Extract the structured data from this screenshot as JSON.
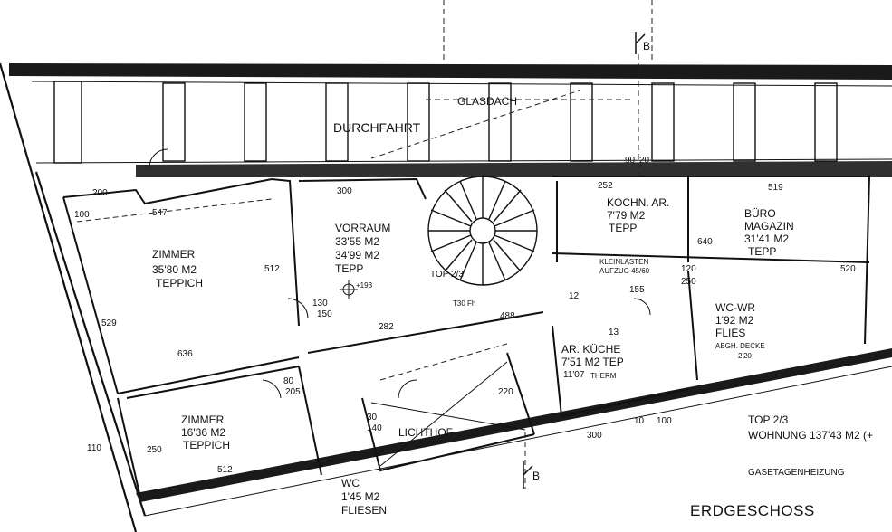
{
  "rooms": {
    "durchfahrt": {
      "name": "DURCHFAHRT"
    },
    "glasdach": {
      "name": "GLASDACH"
    },
    "zimmer1": {
      "name": "ZIMMER",
      "area": "35'80 M2",
      "floor": "TEPPICH"
    },
    "vorraum": {
      "name": "VORRAUM",
      "area1": "33'55 M2",
      "area2": "34'99 M2",
      "floor": "TEPP"
    },
    "kochn": {
      "name": "KOCHN. AR.",
      "area": "7'79 M2",
      "floor": "TEPP"
    },
    "buero": {
      "name1": "BÜRO",
      "name2": "MAGAZIN",
      "area": "31'41 M2",
      "floor": "TEPP"
    },
    "wcwr": {
      "name": "WC-WR",
      "area": "1'92 M2",
      "floor": "FLIES",
      "note": "ABGH. DECKE",
      "note2": "2'20"
    },
    "arkueche": {
      "name": "AR. KÜCHE",
      "area": "7'51 M2 TEP",
      "extra": "11'07",
      "therm": "THERM"
    },
    "zimmer2": {
      "name": "ZIMMER",
      "area": "16'36 M2",
      "floor": "TEPPICH"
    },
    "wc": {
      "name": "WC",
      "area": "1'45 M2",
      "floor": "FLIESEN"
    },
    "lichthof": {
      "name": "LICHTHOF"
    },
    "top": {
      "name": "TOP 2/3"
    },
    "kleinlasten": {
      "line1": "KLEINLASTEN",
      "line2": "AUFZUG 45/60"
    }
  },
  "summary": {
    "top": "TOP 2/3",
    "wohnung": "WOHNUNG 137'43 M2 (+",
    "heating": "GASETAGENHEIZUNG",
    "floor_title": "ERDGESCHOSS"
  },
  "section_marks": {
    "top": "B",
    "bottom": "B"
  },
  "dims": {
    "d200": "200",
    "d547": "547",
    "d100a": "100",
    "d512": "512",
    "d529": "529",
    "d636": "636",
    "d300": "300",
    "d282": "282",
    "d488": "488",
    "d155": "155",
    "d252": "252",
    "d519": "519",
    "d640": "640",
    "d520": "520",
    "d120": "120",
    "d250": "250",
    "d130": "130",
    "d150": "150",
    "d80": "80",
    "d205": "205",
    "d250b": "250",
    "d512b": "512",
    "d30": "30",
    "d140": "140",
    "d300b": "300",
    "d100b": "100",
    "d10": "10",
    "d220": "220",
    "d193": "+193",
    "d12": "12",
    "d13": "13",
    "d90": "90",
    "d20": "20",
    "d110": "110",
    "d230": "T30 Fh"
  }
}
